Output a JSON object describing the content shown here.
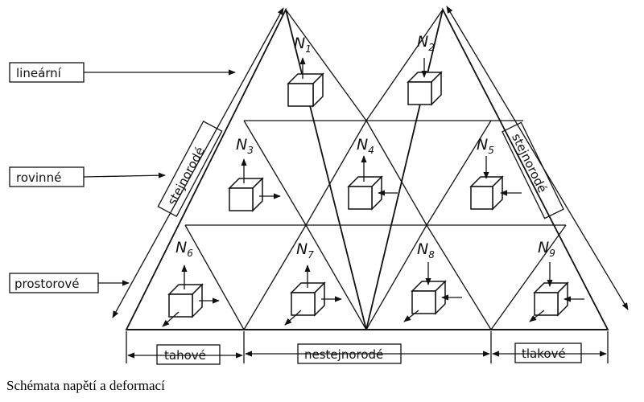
{
  "caption": "Schémata napětí a deformací",
  "left_labels": {
    "linear": "lineární",
    "planar": "rovinné",
    "spatial": "prostorové"
  },
  "side_labels": {
    "left": "stejnorodé",
    "right": "stejnorodé"
  },
  "bottom_labels": {
    "tensile": "tahové",
    "nonuniform": "nestejnorodé",
    "compressive": "tlakové"
  },
  "nodes": [
    {
      "letter": "N",
      "index": "1"
    },
    {
      "letter": "N",
      "index": "2"
    },
    {
      "letter": "N",
      "index": "3"
    },
    {
      "letter": "N",
      "index": "4"
    },
    {
      "letter": "N",
      "index": "5"
    },
    {
      "letter": "N",
      "index": "6"
    },
    {
      "letter": "N",
      "index": "7"
    },
    {
      "letter": "N",
      "index": "8"
    },
    {
      "letter": "N",
      "index": "9"
    }
  ]
}
